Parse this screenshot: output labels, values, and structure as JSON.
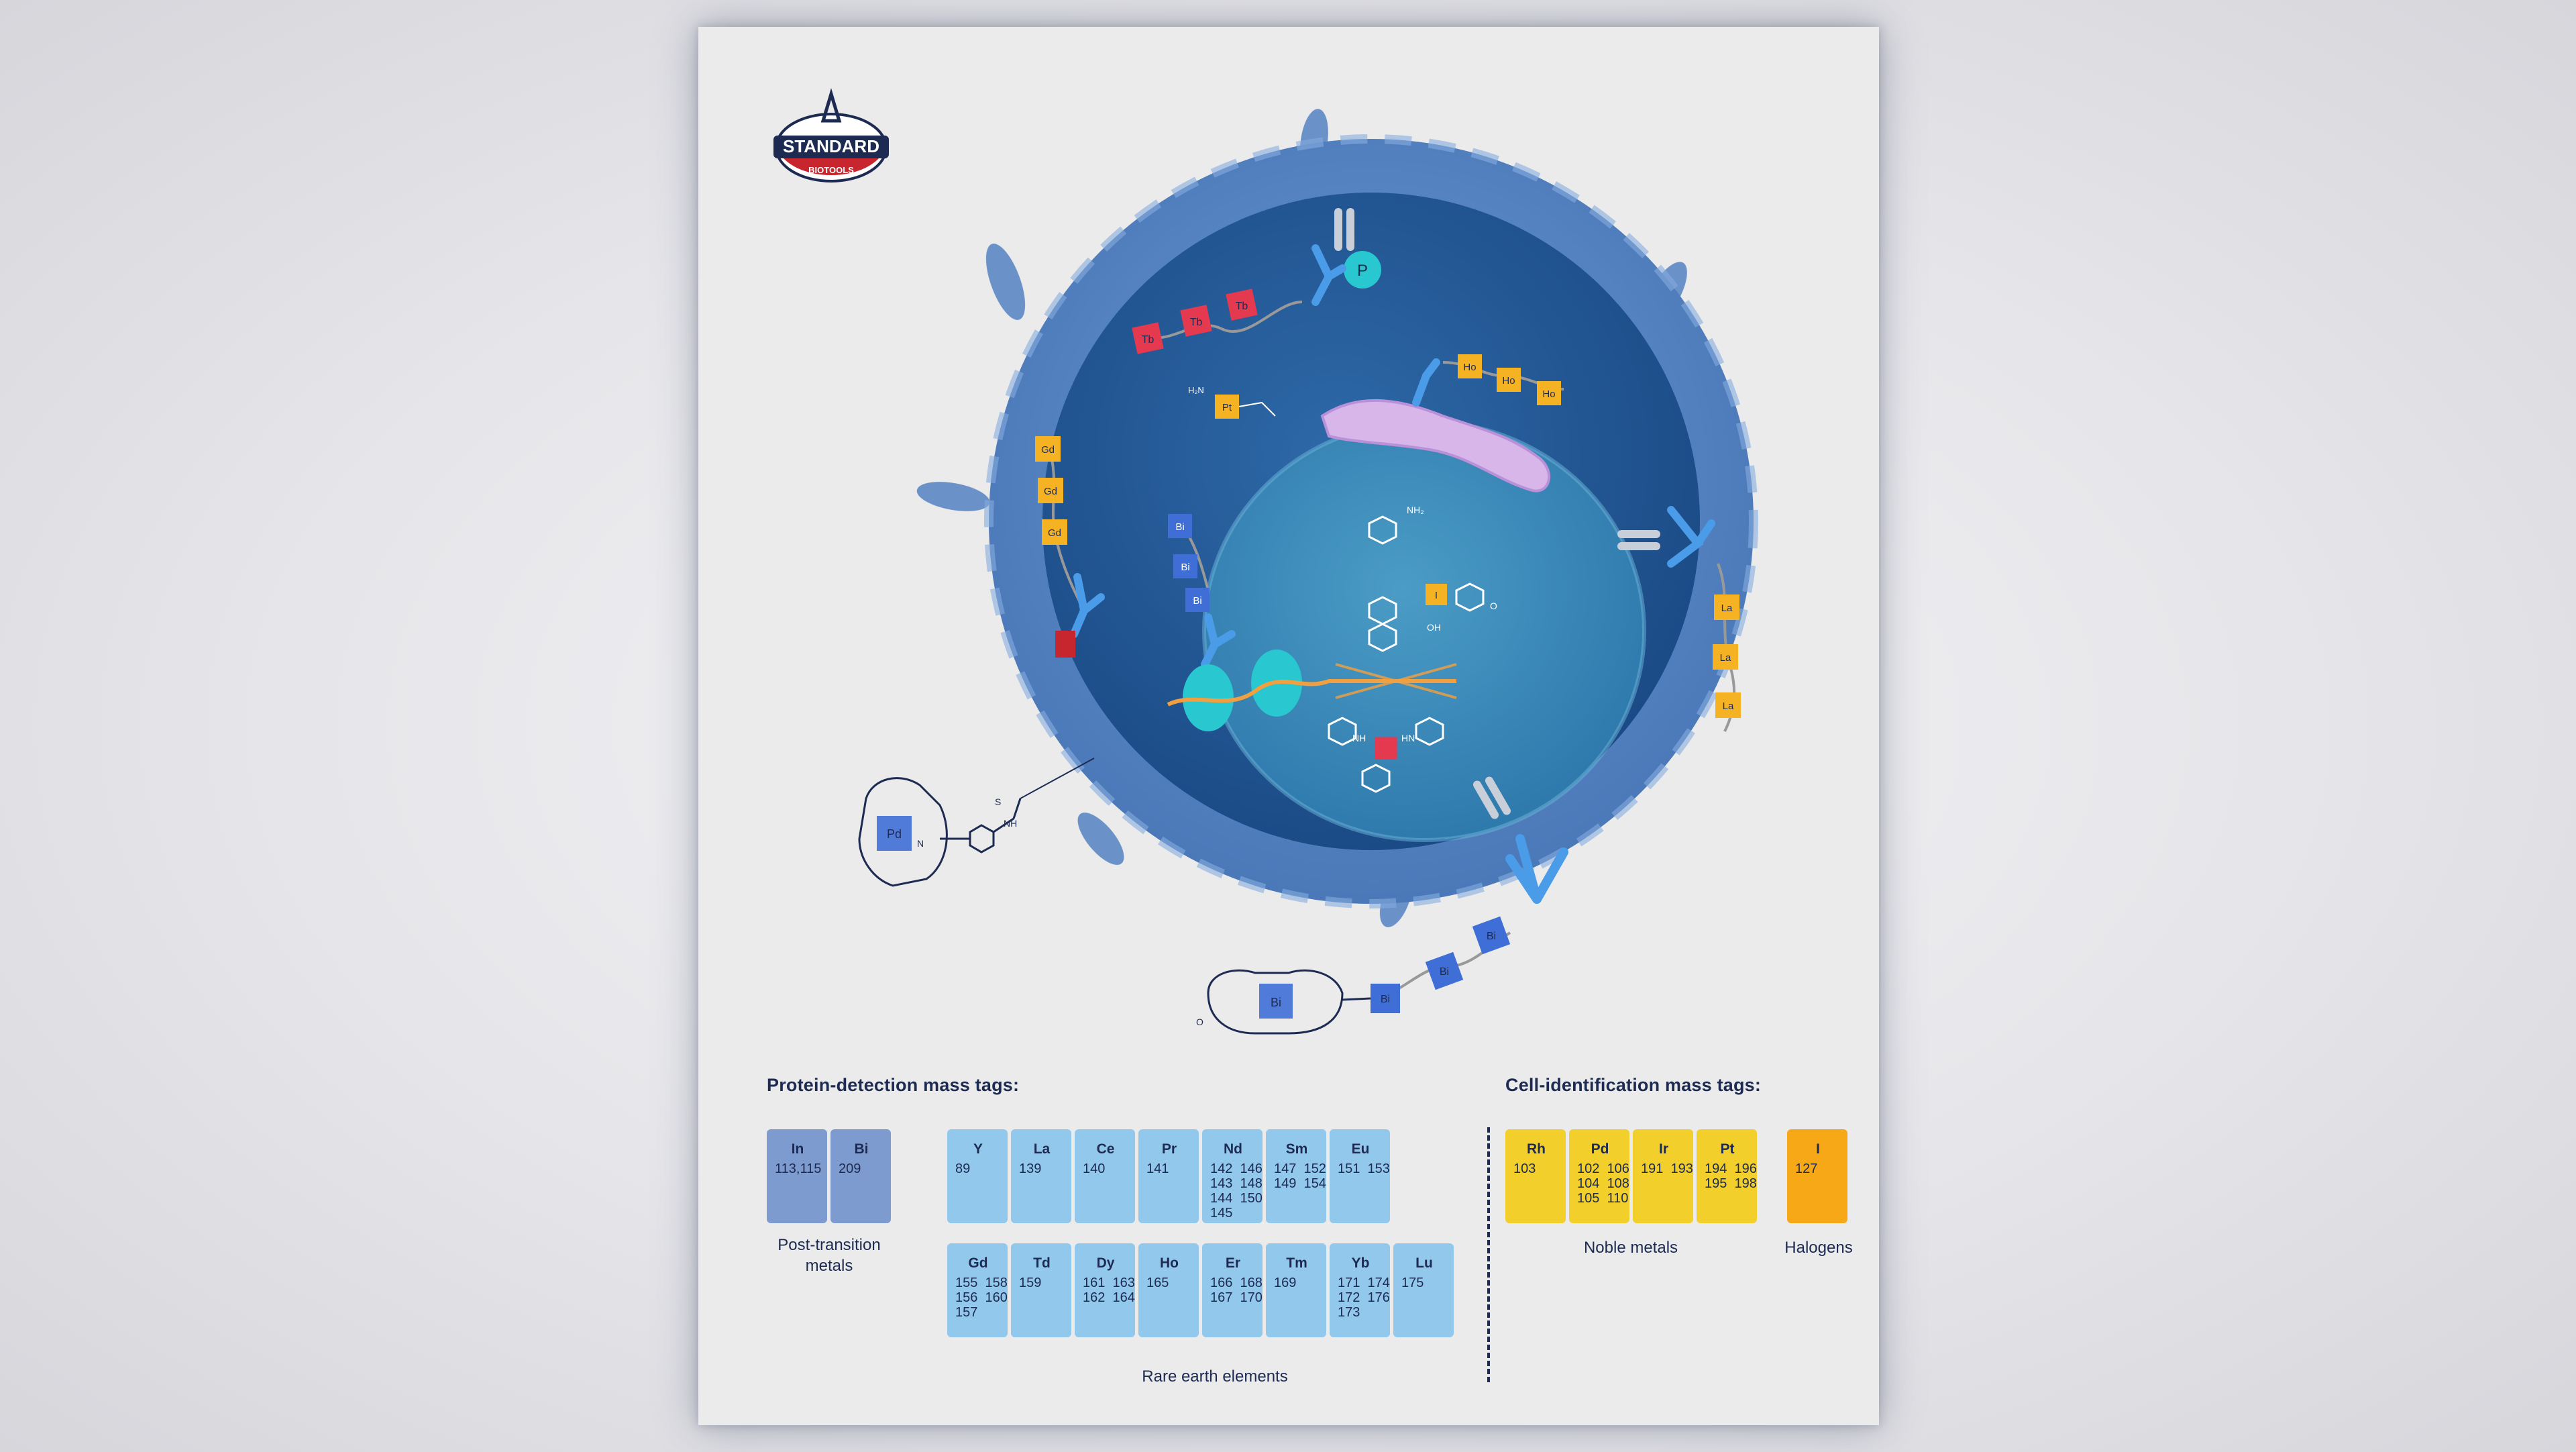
{
  "logo": {
    "name": "STANDARD",
    "sub": "BIOTOOLS"
  },
  "diagram_labels": {
    "membrane_tag": "Tb",
    "phospho": "P",
    "organelle_tag": "Ho",
    "side_tag": "Gd",
    "nucleus_tag": "Bi",
    "right_tag": "La",
    "iodine": "I",
    "platinum": "Pt",
    "palladium": "Pd",
    "bismuth": "Bi",
    "chem_nh": "NH",
    "chem_s": "S",
    "chem_oh": "OH",
    "chem_o": "O",
    "chem_n": "N",
    "chem_hn": "HN",
    "chem_nh2": "NH₂",
    "chem_h2n": "H₂N"
  },
  "sections": {
    "protein_title": "Protein-detection mass tags:",
    "cell_title": "Cell-identification mass tags:"
  },
  "post_transition": {
    "label": "Post-transition\nmetals",
    "tiles": [
      {
        "sym": "In",
        "iso": "113,115"
      },
      {
        "sym": "Bi",
        "iso": "209"
      }
    ]
  },
  "rare_earth": {
    "label": "Rare earth elements",
    "row1": [
      {
        "sym": "Y",
        "iso": "89"
      },
      {
        "sym": "La",
        "iso": "139"
      },
      {
        "sym": "Ce",
        "iso": "140"
      },
      {
        "sym": "Pr",
        "iso": "141"
      },
      {
        "sym": "Nd",
        "iso": "142  146\n143  148\n144  150\n145"
      },
      {
        "sym": "Sm",
        "iso": "147  152\n149  154"
      },
      {
        "sym": "Eu",
        "iso": "151  153"
      }
    ],
    "row2": [
      {
        "sym": "Gd",
        "iso": "155  158\n156  160\n157"
      },
      {
        "sym": "Td",
        "iso": "159"
      },
      {
        "sym": "Dy",
        "iso": "161  163\n162  164"
      },
      {
        "sym": "Ho",
        "iso": "165"
      },
      {
        "sym": "Er",
        "iso": "166  168\n167  170"
      },
      {
        "sym": "Tm",
        "iso": "169"
      },
      {
        "sym": "Yb",
        "iso": "171  174\n172  176\n173"
      },
      {
        "sym": "Lu",
        "iso": "175"
      }
    ]
  },
  "noble": {
    "label": "Noble metals",
    "tiles": [
      {
        "sym": "Rh",
        "iso": "103"
      },
      {
        "sym": "Pd",
        "iso": "102  106\n104  108\n105  110"
      },
      {
        "sym": "Ir",
        "iso": "191  193"
      },
      {
        "sym": "Pt",
        "iso": "194  196\n195  198"
      }
    ]
  },
  "halogens": {
    "label": "Halogens",
    "tiles": [
      {
        "sym": "I",
        "iso": "127"
      }
    ]
  },
  "colors": {
    "navy": "#1d2a52",
    "post_transition": "#7e9bd0",
    "rare_earth": "#92c8ec",
    "noble": "#f3cf2c",
    "halogen": "#f6a817",
    "tb_tag": "#e5394f",
    "gold_tag": "#f5b324",
    "blue_tag": "#3f6fd6"
  }
}
